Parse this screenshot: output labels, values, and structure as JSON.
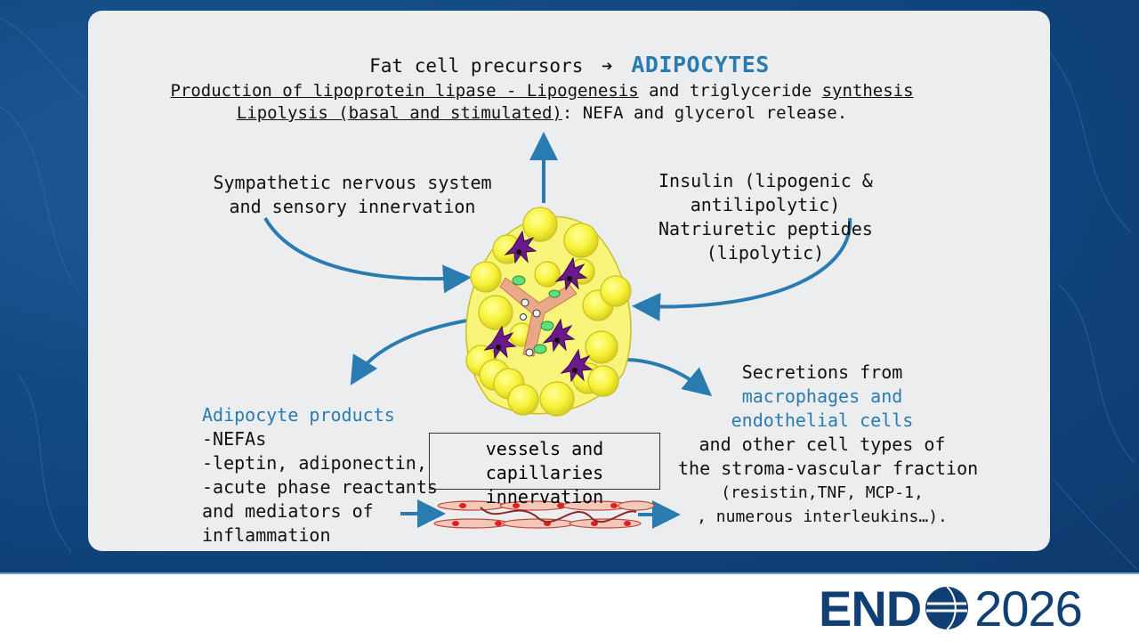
{
  "title": {
    "prefix": "Fat cell precursors",
    "arrow": "➔",
    "highlight": "ADIPOCYTES",
    "line2_a": "Production of lipoprotein lipase - Lipogenesis",
    "line2_b": " and triglyceride ",
    "line2_c": "synthesis",
    "line3_a": "Lipolysis (basal and stimulated)",
    "line3_b": ": NEFA and glycerol release."
  },
  "left_input": [
    "Sympathetic nervous system",
    "and sensory innervation"
  ],
  "right_input": [
    "Insulin (lipogenic &",
    "antilipolytic)",
    "Natriuretic peptides",
    "(lipolytic)"
  ],
  "adipocyte_products": {
    "heading": "Adipocyte products",
    "items": [
      "-NEFAs",
      "-leptin, adiponectin,",
      "-acute phase reactants",
      "and mediators of",
      "inflammation"
    ]
  },
  "vessels_box": [
    "vessels and capillaries",
    "innervation"
  ],
  "secretions": {
    "line1": "Secretions from",
    "highlight1": "macrophages and",
    "highlight2": "endothelial cells",
    "rest": [
      "and other cell types of",
      "the stroma-vascular fraction",
      "(resistin,TNF, MCP-1,",
      ", numerous interleukins…)."
    ]
  },
  "logo": {
    "main": "END",
    "year": "2026"
  },
  "colors": {
    "accent": "#2a7bb0",
    "navy": "#0f3f75",
    "fat": "#f5f03a",
    "macrophage": "#6a1a8a"
  }
}
